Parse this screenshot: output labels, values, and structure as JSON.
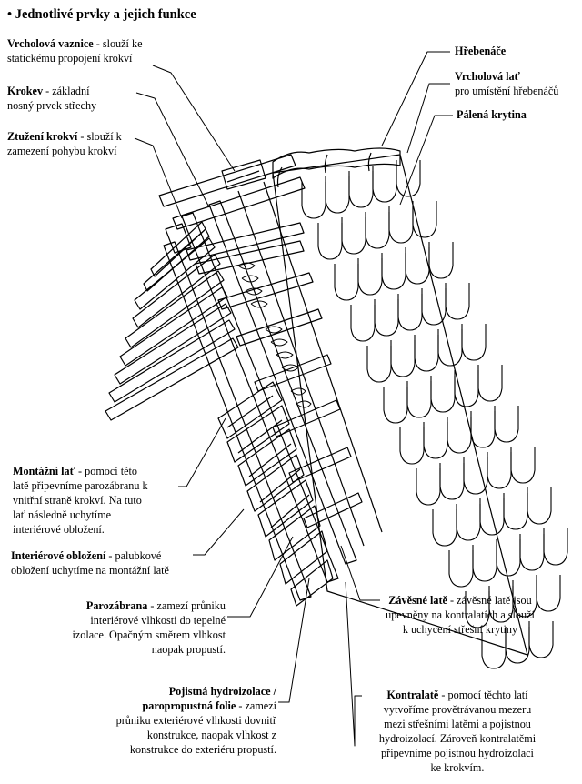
{
  "title": "• Jednotlivé prvky a jejich funkce",
  "labels": {
    "vrcholova_vaznice": {
      "name": "Vrcholová vaznice",
      "desc": " - slouží ke",
      "desc2": "statickému propojení krokví"
    },
    "krokev": {
      "name": "Krokev",
      "desc": " - základní",
      "desc2": "nosný prvek střechy"
    },
    "ztuzeni": {
      "name": "Ztužení krokví",
      "desc": " - slouží k",
      "desc2": "zamezení pohybu krokví"
    },
    "hrebenace": {
      "name": "Hřebenáče"
    },
    "vrcholova_lat": {
      "name": "Vrcholová lať",
      "desc2": "pro umístění hřebenáčů"
    },
    "palena_krytina": {
      "name": "Pálená krytina"
    },
    "montazni_lat": {
      "name": "Montážní lať",
      "desc": " - pomocí této",
      "l2": "latě připevníme parozábranu k",
      "l3": "vnitřní straně krokví. Na tuto",
      "l4": "lať následně uchytíme",
      "l5": "interiérové obložení."
    },
    "interierove": {
      "name": "Interiérové obložení",
      "desc": " - palubkové",
      "l2": "obložení uchytíme na montážní latě"
    },
    "parozabrana": {
      "name": "Parozábrana",
      "desc": " - zamezí průniku",
      "l2": "interiérové vlhkosti do tepelné",
      "l3": "izolace. Opačným směrem vlhkost",
      "l4": "naopak propustí."
    },
    "pojistna": {
      "name": "Pojistná hydroizolace /",
      "name2": "paropropustná folie",
      "desc": " - zamezí",
      "l3": "průniku exteriérové vlhkosti dovnitř",
      "l4": "konstrukce, naopak vlhkost z",
      "l5": "konstrukce do exteriéru propustí."
    },
    "zavesne": {
      "name": "Závěsné latě",
      "desc": " - závěsné latě jsou",
      "l2": "upevněny na kontralatích a slouží",
      "l3": "k uchycení střešní krytiny"
    },
    "kontralate": {
      "name": "Kontralatě",
      "desc": " - pomocí těchto latí",
      "l2": "vytvoříme provětrávanou mezeru",
      "l3": "mezi střešními latěmi a pojistnou",
      "l4": "hydroizolací. Zároveň kontralatěmi",
      "l5": "připevníme pojistnou hydroizolaci",
      "l6": "ke krokvím."
    }
  }
}
